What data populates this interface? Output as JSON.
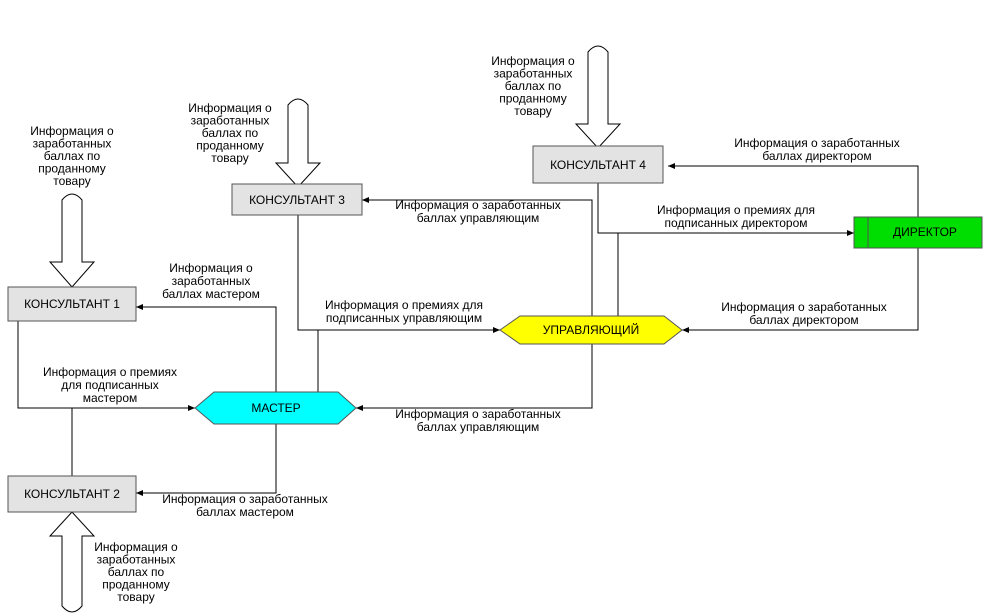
{
  "nodes": {
    "consultant1": "КОНСУЛЬТАНТ 1",
    "consultant2": "КОНСУЛЬТАНТ 2",
    "consultant3": "КОНСУЛЬТАНТ 3",
    "consultant4": "КОНСУЛЬТАНТ 4",
    "master": "МАСТЕР",
    "manager": "УПРАВЛЯЮЩИЙ",
    "director": "ДИРЕКТОР"
  },
  "labels": {
    "sold_c4": [
      "Информация о",
      "заработанных",
      "баллах по",
      "проданному",
      "товару"
    ],
    "sold_c3": [
      "Информация о",
      "заработанных",
      "баллах по",
      "проданному",
      "товару"
    ],
    "sold_c1": [
      "Информация о",
      "заработанных",
      "баллах по",
      "проданному",
      "товару"
    ],
    "sold_c2": [
      "Информация о",
      "заработанных",
      "баллах по",
      "проданному",
      "товару"
    ],
    "dir_points_top": [
      "Информация о заработанных",
      "баллах директором"
    ],
    "mgr_points_c3": [
      "Информация о заработанных",
      "баллах управляющим"
    ],
    "dir_bonus": [
      "Информация о премиях для",
      "подписанных директором"
    ],
    "mst_points_c1": [
      "Информация о",
      "заработанных",
      "баллах мастером"
    ],
    "mgr_bonus": [
      "Информация о премиях для",
      "подписанных управляющим"
    ],
    "dir_points_mgr": [
      "Информация о заработанных",
      "баллах директором"
    ],
    "mst_bonus": [
      "Информация о премиях",
      "для подписанных",
      "мастером"
    ],
    "mgr_points_mst": [
      "Информация о заработанных",
      "баллах управляющим"
    ],
    "mst_points_c2": [
      "Информация о заработанных",
      "баллах мастером"
    ]
  },
  "colors": {
    "consultant_fill": "#e3e3e3",
    "master_fill": "#00ffff",
    "manager_fill": "#ffff00",
    "director_fill": "#00dd00"
  }
}
